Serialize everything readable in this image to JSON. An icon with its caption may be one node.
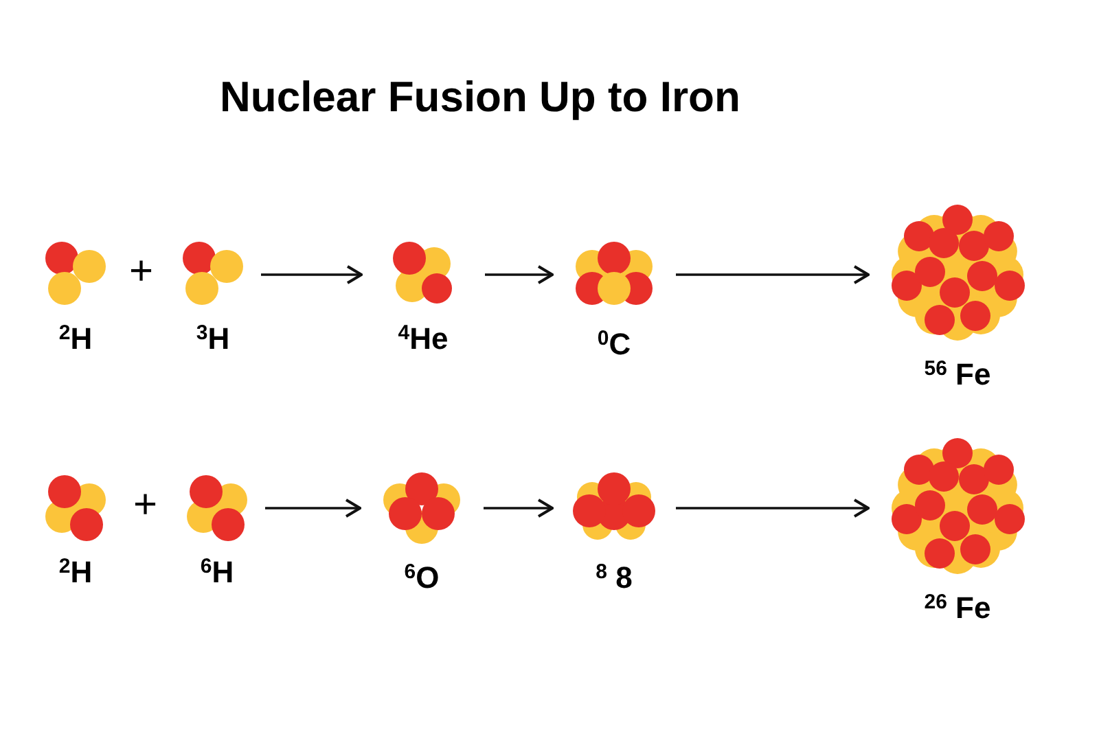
{
  "diagram": {
    "title": "Nuclear Fusion Up to Iron",
    "nodes": [
      {
        "text": [
          "$^{2}$H"
        ]
      },
      {
        "text": [
          "$^{3}$H"
        ]
      },
      {
        "text": [
          "$^{4}$He"
        ]
      },
      {
        "text": [
          "$^{0}$C"
        ]
      },
      {
        "text": [
          "$^{56}$ Fe"
        ]
      },
      {
        "text": [
          "$^{2}$H"
        ]
      },
      {
        "text": [
          "$^{6}$H"
        ]
      },
      {
        "text": [
          "$^{6}$O"
        ]
      },
      {
        "text": [
          "$^{8}$ 8"
        ]
      },
      {
        "text": [
          "$^{26}$ Fe"
        ]
      }
    ],
    "edges": [
      {
        "from": 1,
        "to": 2,
        "arrow": "to"
      },
      {
        "from": 2,
        "to": 3,
        "arrow": "to"
      },
      {
        "from": 3,
        "to": 4,
        "arrow": "to"
      },
      {
        "from": 6,
        "to": 7,
        "arrow": "to"
      },
      {
        "from": 7,
        "to": 8,
        "arrow": "to"
      },
      {
        "from": 8,
        "to": 9,
        "arrow": "to"
      }
    ],
    "labels": [
      "+",
      "+"
    ]
  }
}
